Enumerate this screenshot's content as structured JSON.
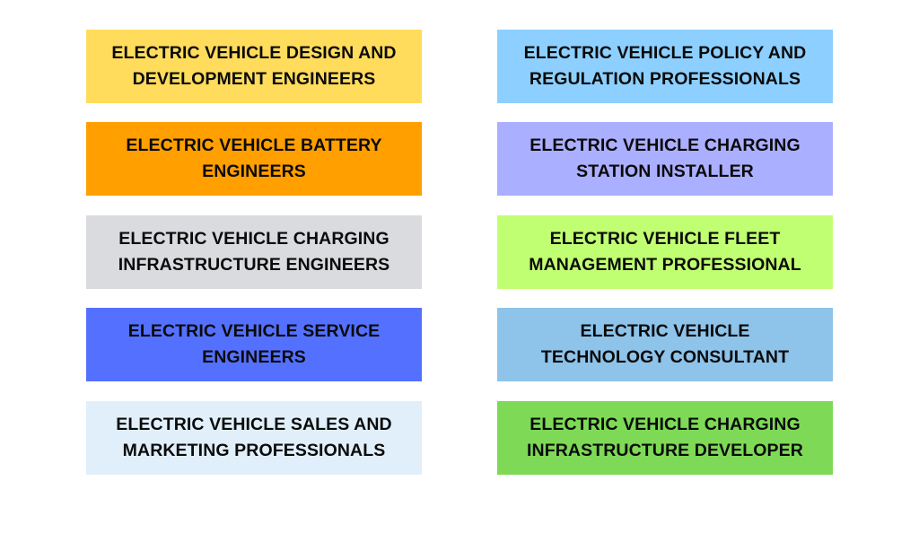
{
  "left_column": [
    {
      "label": "ELECTRIC VEHICLE DESIGN AND\nDEVELOPMENT ENGINEERS",
      "color": "#FFDC5C"
    },
    {
      "label": "ELECTRIC VEHICLE BATTERY\nENGINEERS",
      "color": "#FF9F00"
    },
    {
      "label": "ELECTRIC VEHICLE CHARGING\nINFRASTRUCTURE ENGINEERS",
      "color": "#D9DBDF"
    },
    {
      "label": "ELECTRIC VEHICLE SERVICE\nENGINEERS",
      "color": "#5470FF"
    },
    {
      "label": "ELECTRIC VEHICLE SALES AND\nMARKETING PROFESSIONALS",
      "color": "#E1EFFB"
    }
  ],
  "right_column": [
    {
      "label": "ELECTRIC VEHICLE POLICY AND\nREGULATION PROFESSIONALS",
      "color": "#8DD0FF"
    },
    {
      "label": "ELECTRIC VEHICLE CHARGING\nSTATION INSTALLER",
      "color": "#ABAFFF"
    },
    {
      "label": "ELECTRIC VEHICLE FLEET\nMANAGEMENT PROFESSIONAL",
      "color": "#C1FF72"
    },
    {
      "label": "ELECTRIC VEHICLE\nTECHNOLOGY CONSULTANT",
      "color": "#8EC3EA"
    },
    {
      "label": "ELECTRIC VEHICLE CHARGING\nINFRASTRUCTURE DEVELOPER",
      "color": "#7ED957"
    }
  ]
}
